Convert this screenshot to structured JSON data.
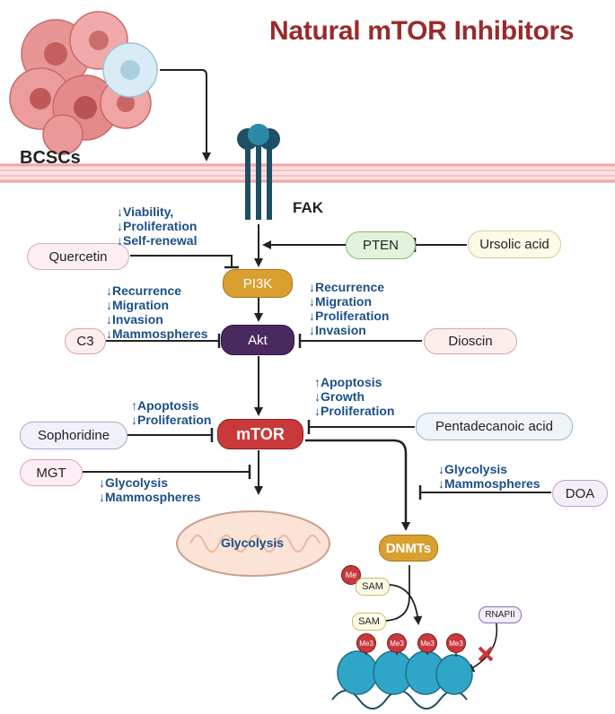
{
  "title": "Natural mTOR Inhibitors",
  "labels": {
    "bcscs": "BCSCs",
    "fak": "FAK"
  },
  "nodes": {
    "pi3k": "PI3K",
    "akt": "Akt",
    "mtor": "mTOR",
    "dnmts": "DNMTs",
    "pten": "PTEN",
    "glycolysis": "Glycolysis",
    "sam1": "SAM",
    "sam2": "SAM",
    "rnapii": "RNAPII",
    "me": "Me",
    "me3": "Me3"
  },
  "inhibitors": {
    "quercetin": "Quercetin",
    "ursolic_acid": "Ursolic acid",
    "c3": "C3",
    "dioscin": "Dioscin",
    "sophoridine": "Sophoridine",
    "pentadecanoic_acid": "Pentadecanoic acid",
    "mgt": "MGT",
    "doa": "DOA"
  },
  "effects": {
    "quercetin": [
      "↓Viability,",
      "↓Proliferation",
      "↓Self-renewal"
    ],
    "c3": [
      "↓Recurrence",
      "↓Migration",
      "↓Invasion",
      "↓Mammospheres"
    ],
    "dioscin": [
      "↓Recurrence",
      "↓Migration",
      "↓Proliferation",
      "↓Invasion"
    ],
    "pentadecanoic": [
      "↑Apoptosis",
      "↓Growth",
      "↓Proliferation"
    ],
    "sophoridine": [
      "↑Apoptosis",
      "↓Proliferation"
    ],
    "mgt": [
      "↓Glycolysis",
      "↓Mammospheres"
    ],
    "doa": [
      "↓Glycolysis",
      "↓Mammospheres"
    ]
  },
  "colors": {
    "title": "#9a2a2a",
    "effect_text": "#1c4f86",
    "membrane": "#f2b8b8",
    "pi3k": "#d9a030",
    "akt": "#4a2a5e",
    "mtor": "#c9393a",
    "dnmts": "#d9a030",
    "nucleosome": "#2fa6c8"
  }
}
